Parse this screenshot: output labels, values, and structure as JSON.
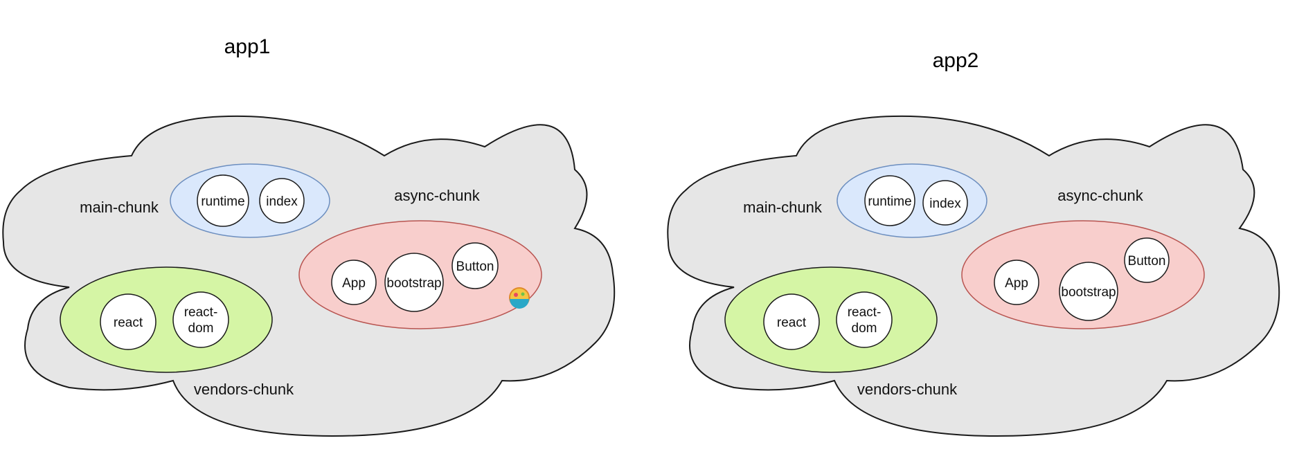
{
  "colors": {
    "cloud_fill": "#e6e6e6",
    "cloud_stroke": "#1a1a1a",
    "main_chunk_fill": "#dae8fc",
    "main_chunk_stroke": "#6c8ebf",
    "async_chunk_fill": "#f8cecc",
    "async_chunk_stroke": "#b85450",
    "vendors_chunk_fill": "#d5f5a5",
    "vendors_chunk_stroke": "#1a1a1a",
    "module_fill": "#ffffff",
    "module_stroke": "#1a1a1a"
  },
  "apps": [
    {
      "title": "app1",
      "main_chunk": {
        "label": "main-chunk",
        "modules": [
          "runtime",
          "index"
        ]
      },
      "async_chunk": {
        "label": "async-chunk",
        "modules": [
          "App",
          "bootstrap",
          "Button"
        ]
      },
      "vendors_chunk": {
        "label": "vendors-chunk",
        "modules": [
          [
            "react"
          ],
          [
            "react-",
            "dom"
          ]
        ]
      }
    },
    {
      "title": "app2",
      "main_chunk": {
        "label": "main-chunk",
        "modules": [
          "runtime",
          "index"
        ]
      },
      "async_chunk": {
        "label": "async-chunk",
        "modules": [
          "App",
          "bootstrap",
          "Button"
        ]
      },
      "vendors_chunk": {
        "label": "vendors-chunk",
        "modules": [
          [
            "react"
          ],
          [
            "react-",
            "dom"
          ]
        ]
      }
    }
  ],
  "cursor_icon": "colorful-cursor-icon"
}
